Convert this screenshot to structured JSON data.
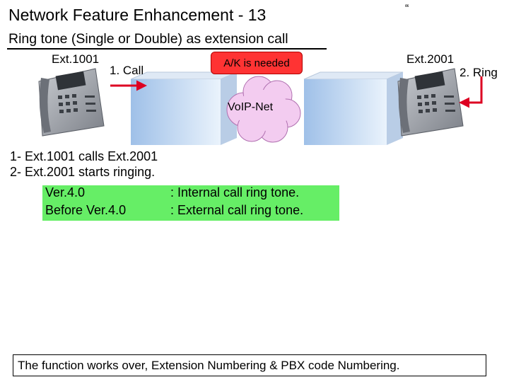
{
  "slide": {
    "title": "Network Feature Enhancement - 13",
    "quote_mark": "“",
    "subtitle": "Ring tone (Single or Double) as extension call"
  },
  "diagram": {
    "ext_left": "Ext.1001",
    "call_label": "1. Call",
    "ak_badge": "A/K is needed",
    "network_label": "VoIP-Net",
    "ext_right": "Ext.2001",
    "ring_label": "2. Ring",
    "colors": {
      "arrow": "#dd0022",
      "badge": "#ff3333",
      "cloud": "#f3ccf0",
      "highlight": "#66ee66"
    }
  },
  "steps": [
    "1- Ext.1001 calls Ext.2001",
    "2- Ext.2001 starts ringing."
  ],
  "versions": [
    {
      "name": "Ver.4.0",
      "desc": ": Internal call ring tone."
    },
    {
      "name": "Before Ver.4.0",
      "desc": ": External call ring tone."
    }
  ],
  "footer": "The function works over, Extension Numbering & PBX code Numbering."
}
